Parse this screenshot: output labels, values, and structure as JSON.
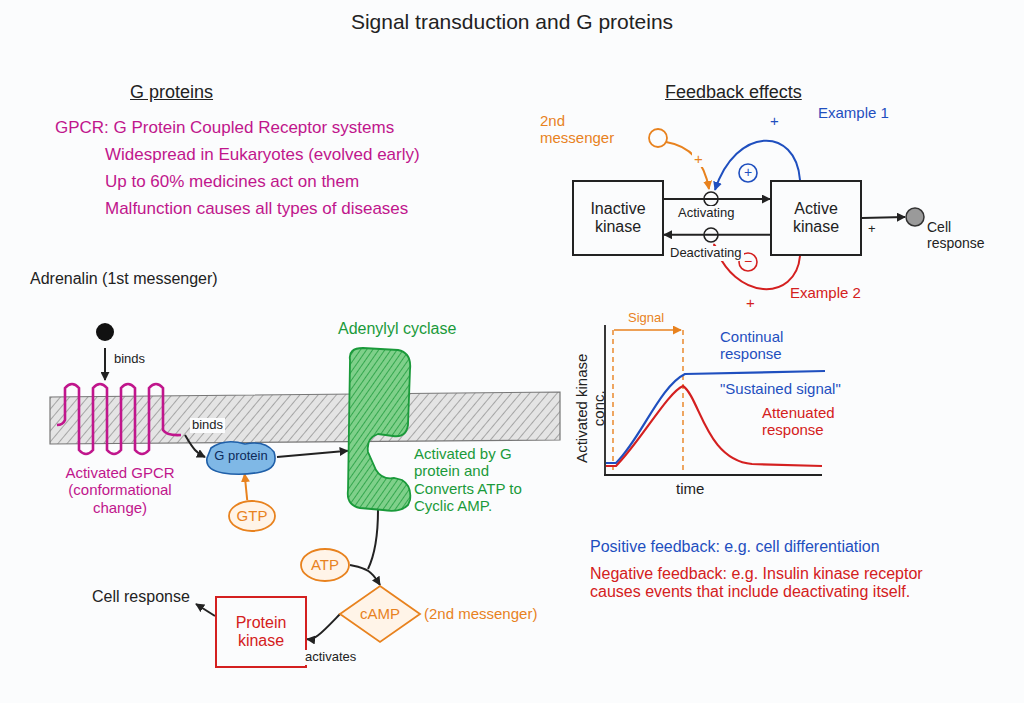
{
  "diagram": {
    "title": "Signal transduction and G proteins",
    "nodes": [
      {
        "text": [
          "Adrenalin (1st messenger)"
        ]
      },
      {
        "text": [
          "Activated GPCR (conformational change)"
        ]
      },
      {
        "text": [
          "G protein"
        ]
      },
      {
        "text": [
          "GTP"
        ]
      },
      {
        "text": [
          "Adenylyl cyclase",
          "Activated by G protein and Converts ATP to Cyclic AMP."
        ]
      },
      {
        "text": [
          "ATP"
        ]
      },
      {
        "text": [
          "cAMP",
          "(2nd messenger)"
        ]
      },
      {
        "text": [
          "Protein kinase"
        ]
      },
      {
        "text": [
          "2nd messenger"
        ]
      },
      {
        "text": [
          "Inactive kinase"
        ]
      },
      {
        "text": [
          "Active kinase"
        ]
      },
      {
        "text": [
          "Cell response"
        ]
      }
    ],
    "edges": [
      {
        "from": 0,
        "to": 1,
        "label": "binds",
        "arrow": "to"
      },
      {
        "from": 1,
        "to": 2,
        "label": "binds",
        "arrow": "to"
      },
      {
        "from": 3,
        "to": 2,
        "arrow": "to"
      },
      {
        "from": 2,
        "to": 4,
        "arrow": "to"
      },
      {
        "from": 5,
        "to": 6,
        "arrow": "to"
      },
      {
        "from": 6,
        "to": 7,
        "label": "activates",
        "arrow": "to"
      },
      {
        "from": 9,
        "to": 10,
        "label": "Activating",
        "arrow": "to"
      },
      {
        "from": 10,
        "to": 9,
        "label": "Deactivating",
        "arrow": "to"
      },
      {
        "from": 10,
        "to": 11,
        "label": "+",
        "arrow": "to"
      }
    ],
    "labels": [
      "G proteins",
      "GPCR: G Protein Coupled Receptor systems",
      "Widespread in Eukaryotes (evolved early)",
      "Up to 60% medicines act on them",
      "Malfunction causes all types of diseases",
      "Cell response",
      "Feedback effects",
      "+",
      "+",
      "+",
      "Example 1",
      "−",
      "+",
      "Example 2",
      "Signal",
      "Activated kinase conc.",
      "time",
      "Continual response",
      "\"Sustained signal\"",
      "Attenuated response",
      "Positive feedback: e.g. cell differentiation",
      "Negative feedback: e.g. Insulin kinase receptor causes events that include deactivating itself."
    ]
  }
}
